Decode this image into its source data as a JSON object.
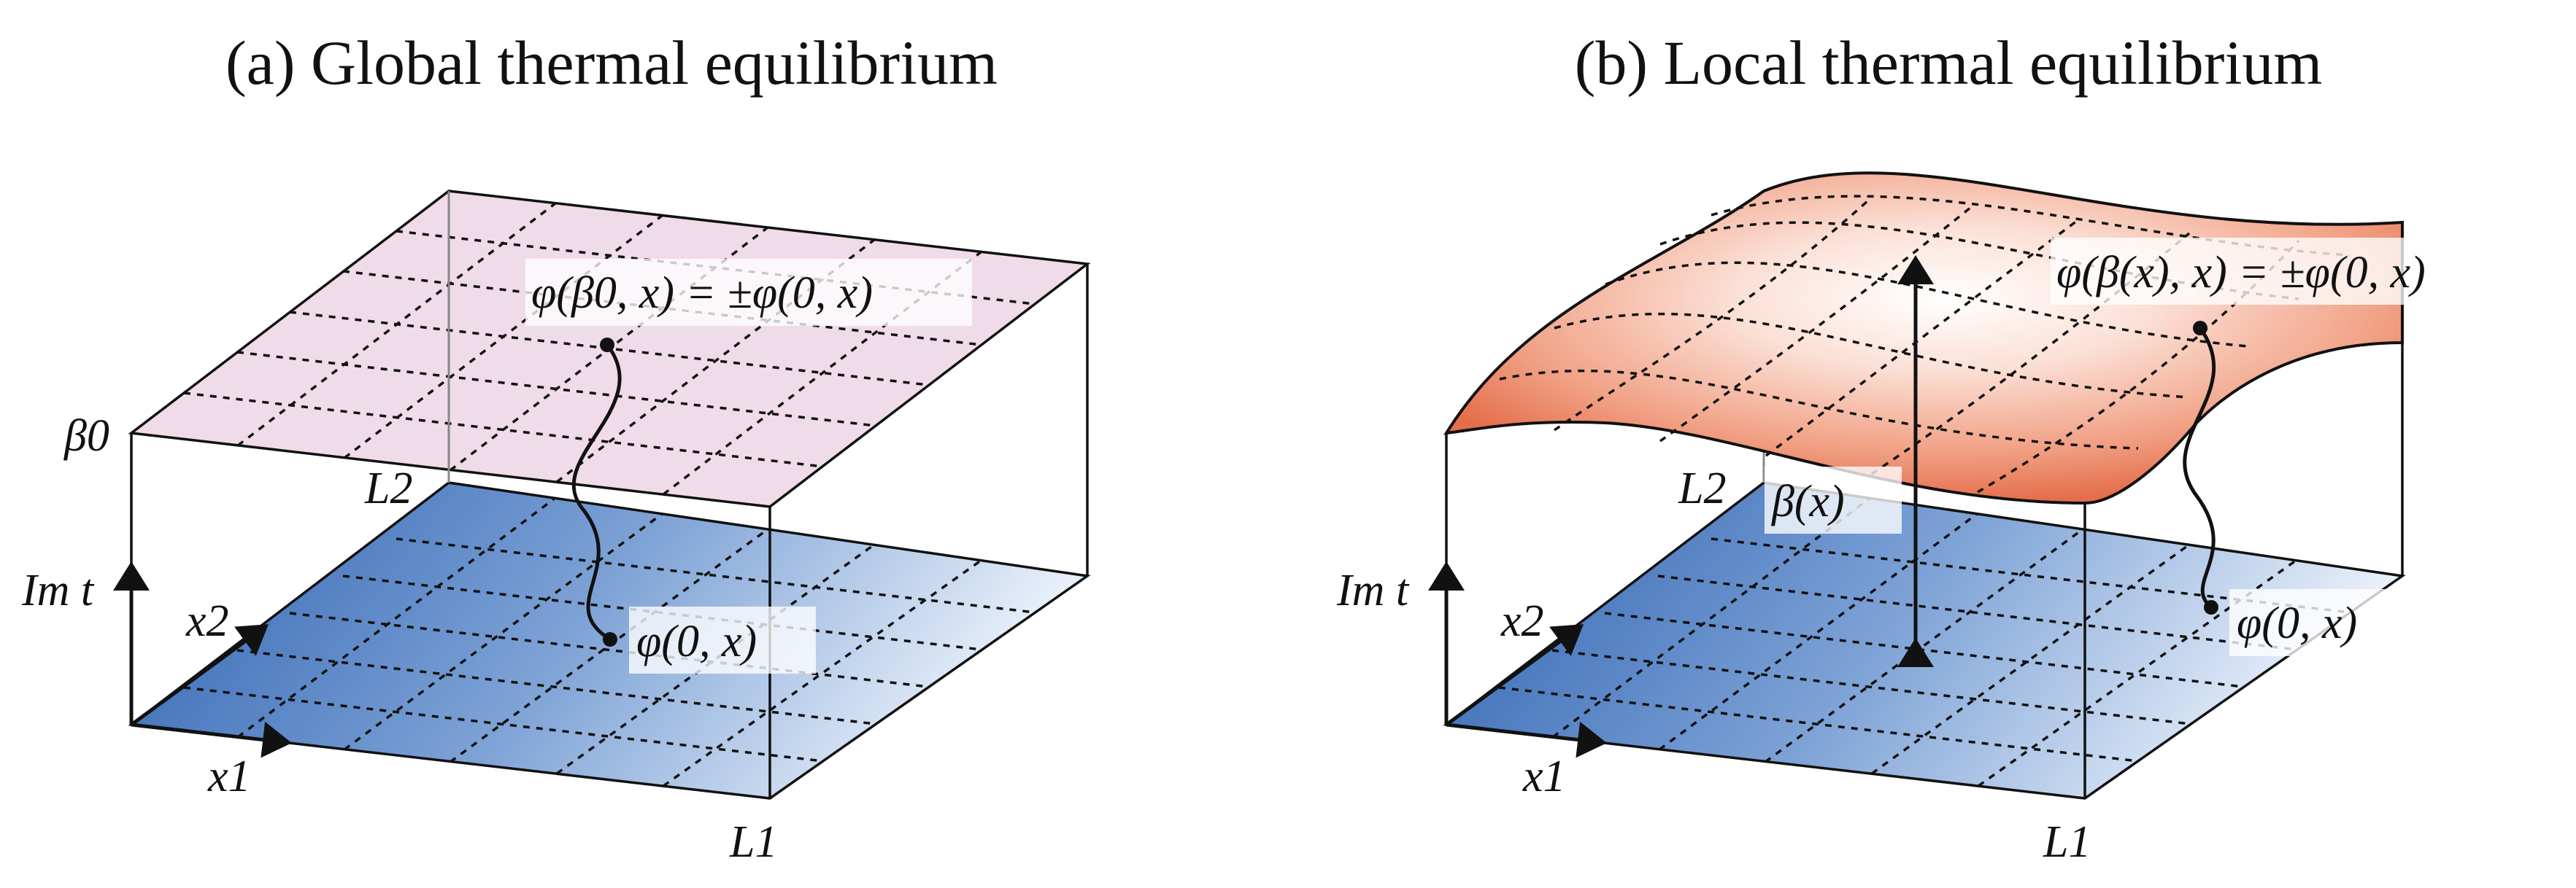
{
  "panel_a": {
    "title": "(a) Global thermal equilibrium",
    "top_level_label": "β0",
    "field_top": "φ(β0, x) = ±φ(0, x)",
    "field_bottom": "φ(0, x)",
    "im_axis": "Im t",
    "x1": "x1",
    "x2": "x2",
    "L1": "L1",
    "L2": "L2",
    "colors": {
      "top_plane": "#f0dbe9",
      "bottom_plane": "#4f7fc4"
    }
  },
  "panel_b": {
    "title": "(b) Local thermal equilibrium",
    "height_label": "β(x)",
    "field_top": "φ(β(x), x) = ±φ(0, x)",
    "field_bottom": "φ(0, x)",
    "im_axis": "Im t",
    "x1": "x1",
    "x2": "x2",
    "L1": "L1",
    "L2": "L2",
    "colors": {
      "surface": "#e8795e",
      "bottom_plane": "#4f7fc4"
    }
  }
}
